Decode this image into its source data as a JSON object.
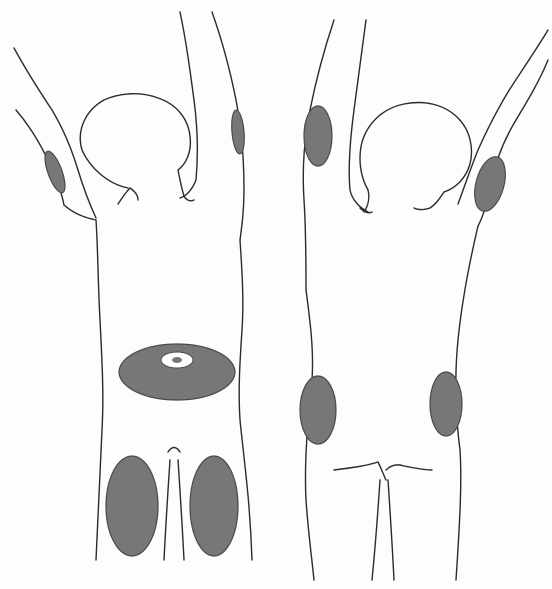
{
  "colors": {
    "background": "#fdfdfd",
    "outline": "#2b2b2b",
    "injection_site": "#777777",
    "navel_ring": "#ffffff",
    "navel_center": "#777777"
  },
  "figures": [
    {
      "view": "front",
      "sites": [
        "upper-arm-left",
        "upper-arm-right",
        "abdomen",
        "thigh-left",
        "thigh-right"
      ]
    },
    {
      "view": "back",
      "sites": [
        "upper-arm-left",
        "upper-arm-right",
        "buttock-left",
        "buttock-right"
      ]
    }
  ]
}
